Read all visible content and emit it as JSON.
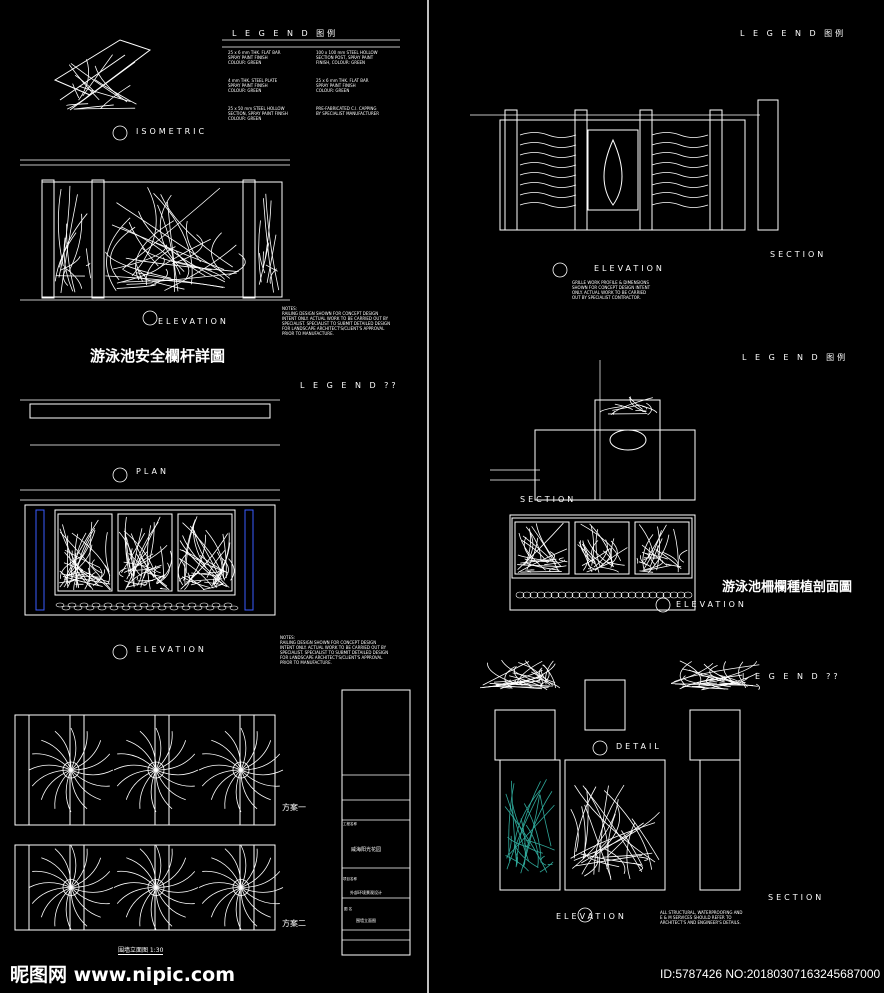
{
  "left": {
    "isometric_label": "ISOMETRIC",
    "elevation_label": "ELEVATION",
    "plan_label": "PLAN",
    "elevation2_label": "ELEVATION",
    "main_title": "游泳池安全欄杆詳圖",
    "legend_title": "L E G E N D  图例",
    "legend2_title": "L E G E N D ??",
    "legend_items": [
      "25 x 6 mm THK. FLAT BAR\nSPRAY PAINT FINISH\nCOLOUR: GREEN",
      "4 mm THK. STEEL PLATE\nSPRAY PAINT FINISH\nCOLOUR: GREEN",
      "25 x 50 mm STEEL HOLLOW\nSECTION, SPRAY PAINT FINISH\nCOLOUR: GREEN",
      "100 x 100 mm STEEL HOLLOW\nSECTION POST, SPRAY PAINT\nFINISH, COLOUR: GREEN",
      "25 x 6 mm THK. FLAT BAR\nSPRAY PAINT FINISH\nCOLOUR: GREEN",
      "PRE-FABRICATED C.I. CAPPING\nBY SPECIALIST MANUFACTURER"
    ],
    "notes": "NOTES:\nRAILING DESIGN SHOWN FOR CONCEPT DESIGN\nINTENT ONLY. ACTUAL WORK TO BE CARRIED OUT BY\nSPECIALIST. SPECIALIST TO SUBMIT DETAILED DESIGN\nFOR LANDSCAPE ARCHITECT'S/CLIENT'S APPROVAL\nPRIOR TO MANUFACTURE.",
    "scheme_1": "方案一",
    "scheme_2": "方案二",
    "wall_elevation_title": "围墙立面图 1:30"
  },
  "title_block": {
    "project_name": "威海阳光花园",
    "project_label": "工程名称",
    "design_item": "外部环境景观设计",
    "design_label": "项目名称",
    "drawing_name": "围墙立面图",
    "drawing_label": "图  名"
  },
  "right": {
    "elevation_label": "ELEVATION",
    "section_label": "SECTION",
    "section2_label": "SECTION",
    "elevation2_label": "ELEVATION",
    "detail_label": "DETAIL",
    "elevation3_label": "ELEVATION",
    "section3_label": "SECTION",
    "planting_title": "游泳池柵欄種植剖面圖",
    "legend_title": "L E G E N D  图例",
    "legend3_title": "L E G E N D ??",
    "notes": "GRILLE WORK PROFILE & DIMENSIONS\nSHOWN FOR CONCEPT DESIGN INTENT\nONLY. ACTUAL WORK TO BE CARRIED\nOUT BY SPECIALIST CONTRACTOR.",
    "notes3": "ALL STRUCTURAL, WATERPROOFING AND\nE & M SERVICES SHOULD REFER TO\nARCHITECT'S AND ENGINEER'S DETAILS."
  },
  "watermark": {
    "site": "昵图网 www.nipic.com",
    "id": "ID:5787426 NO:20180307163245687000"
  }
}
